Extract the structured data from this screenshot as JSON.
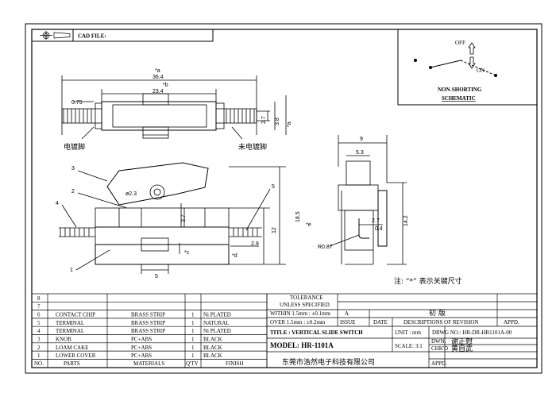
{
  "header": {
    "cad_file_label": "CAD FILE:"
  },
  "schematic": {
    "off": "OFF",
    "on": "ON",
    "title1": "NON-SHORTING",
    "title2": "SCHEMATIC"
  },
  "top_view": {
    "dims": {
      "a_star": "*a",
      "overall": "36.4",
      "b_star": "*b",
      "body": "23.4",
      "pin": "0.75",
      "h1": "2.7",
      "h2": "3.8",
      "a_star_right": "*a"
    },
    "plated_pin": "电镀脚",
    "unplated_pin": "未电镀脚"
  },
  "side_view": {
    "callouts": [
      "1",
      "2",
      "3",
      "4",
      "5"
    ],
    "dims": {
      "hole": "ø2.3",
      "knob_h": "3.7",
      "height": "18.5",
      "e_star": "*e",
      "body_h": "12",
      "c_star": "*c",
      "d_star": "*d",
      "w5": "5",
      "w2_9": "2.9"
    }
  },
  "end_view": {
    "dims": {
      "width": "9",
      "inner": "5.3",
      "h": "14.2",
      "t1": "2.7",
      "t2": "0.4",
      "radius": "R0.87"
    }
  },
  "note": "注: “*” 表示关键尺寸",
  "bom": {
    "rows": [
      {
        "no": "8",
        "part": "",
        "material": "",
        "qty": "",
        "finish": ""
      },
      {
        "no": "7",
        "part": "",
        "material": "",
        "qty": "",
        "finish": ""
      },
      {
        "no": "6",
        "part": "CONTACT CHIP",
        "material": "BRASS STRIP",
        "qty": "1",
        "finish": "Ni PLATED"
      },
      {
        "no": "5",
        "part": "TERMINAL",
        "material": "BRASS STRIP",
        "qty": "1",
        "finish": "NATURAL"
      },
      {
        "no": "4",
        "part": "TERMINAL",
        "material": "BRASS STRIP",
        "qty": "1",
        "finish": "Ni PLATED"
      },
      {
        "no": "3",
        "part": "KNOB",
        "material": "PC+ABS",
        "qty": "1",
        "finish": "BLACK"
      },
      {
        "no": "2",
        "part": "LOAM CAKE",
        "material": "PC+ABS",
        "qty": "1",
        "finish": "BLACK"
      },
      {
        "no": "1",
        "part": "LOWER COVER",
        "material": "PC+ABS",
        "qty": "1",
        "finish": "BLACK"
      }
    ],
    "header": {
      "no": "NO.",
      "part": "PARTS",
      "material": "MATERIALS",
      "qty": "Q'TY",
      "finish": "FINISH"
    }
  },
  "title_block": {
    "tolerance": "TOLERANCE",
    "unless": "UNLESS SPECIFIED",
    "within": "WITHIN 1.5mm : ±0.1mm",
    "over": "OVER 1.5mm : ±0.2mm",
    "rev_a": "A",
    "first_edition": "初 版",
    "issue": "ISSUE",
    "date": "DATE",
    "desc_rev": "DESCRIPTIONS OF REVISION",
    "appd": "APPD.",
    "title": "TITLE :  VERTICAL SLIDE SWITCH",
    "unit": "UNIT :  mm",
    "dwg_no": "DRWG NO.: HR-DR-HR1101A-00",
    "model": "MODEL:  HR-1101A",
    "scale": "SCALE:  3:1",
    "dwn": "DWN.",
    "dwn_name": "谢正慰",
    "chkd": "CHK'D",
    "chkd_name": "黄自武",
    "appd2": "APPD.",
    "company": "东莞市浩然电子科技有限公司"
  }
}
